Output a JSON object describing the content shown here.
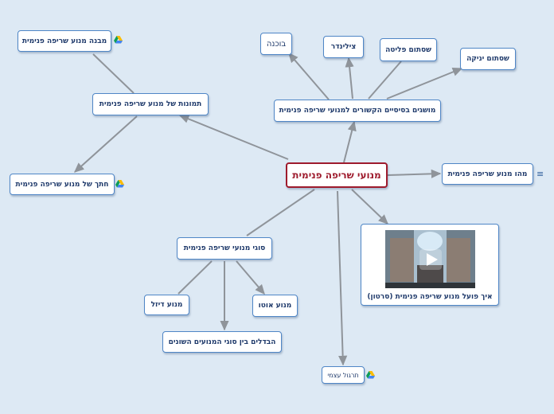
{
  "colors": {
    "background": "#dde9f4",
    "node_border": "#4f86c6",
    "node_text": "#1f3a6b",
    "root_border": "#9e1b2d",
    "root_text": "#9e1b2d",
    "connector": "#8f949a"
  },
  "root": {
    "label": "מנועי שריפה פנימית"
  },
  "nodes": {
    "structure": "מבנה מנוע שריפה פנימית",
    "images": "תמונות של מנוע שריפה פנימית",
    "cross_section": "חתך של מנוע שריפה פנימית",
    "basic_concepts": "מושגים בסיסיים הקשורים למנועי שריפה פנימית",
    "piston": "בוכנה",
    "cylinder": "צילינדר",
    "exhaust_valve": "שסתום פליטה",
    "intake_valve": "שסתום יניקה",
    "what_is": "מהו מנוע שריפה פנימית",
    "types": "סוגי מנועי שריפה פנימית",
    "diesel": "מנוע דיזל",
    "otto": "מנוע אוטו",
    "differences": "הבדלים בין סוגי המנועים השונים",
    "self_practice": "תרגול עצמי",
    "video_caption": "איך פועל מנוע שריפה פנימית (סרטון)"
  },
  "icons": {
    "drive": "google-drive-icon",
    "notes": "menu-lines-icon",
    "play": "play-icon"
  }
}
